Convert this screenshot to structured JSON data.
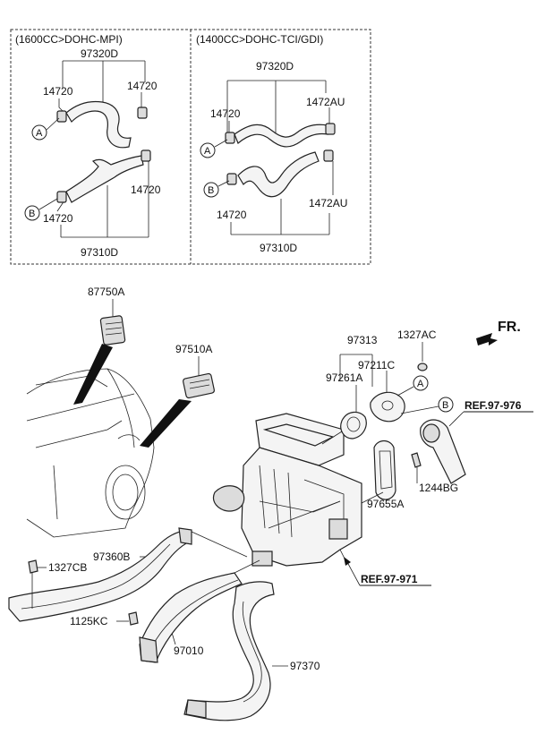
{
  "panel_left": {
    "title": "(1600CC>DOHC-MPI)",
    "hose_upper": "97320D",
    "clamp_a_left": "14720",
    "clamp_a_right": "14720",
    "clamp_b_right": "14720",
    "clamp_b_left": "14720",
    "hose_lower": "97310D",
    "marker_a": "A",
    "marker_b": "B"
  },
  "panel_right": {
    "title": "(1400CC>DOHC-TCI/GDI)",
    "hose_upper": "97320D",
    "clamp_a_left": "14720",
    "clamp_a_right": "1472AU",
    "clamp_b_left": "14720",
    "clamp_b_right": "1472AU",
    "hose_lower": "97310D",
    "marker_a": "A",
    "marker_b": "B"
  },
  "parts": {
    "p87750A": "87750A",
    "p97510A": "97510A",
    "p97313": "97313",
    "p1327AC": "1327AC",
    "p97211C": "97211C",
    "p97261A": "97261A",
    "p1244BG": "1244BG",
    "p97655A": "97655A",
    "p97360B": "97360B",
    "p1327CB": "1327CB",
    "p1125KC": "1125KC",
    "p97010": "97010",
    "p97370": "97370"
  },
  "refs": {
    "ref_976": "REF.97-976",
    "ref_971": "REF.97-971"
  },
  "markers": {
    "a": "A",
    "b": "B"
  },
  "direction": {
    "label": "FR."
  }
}
